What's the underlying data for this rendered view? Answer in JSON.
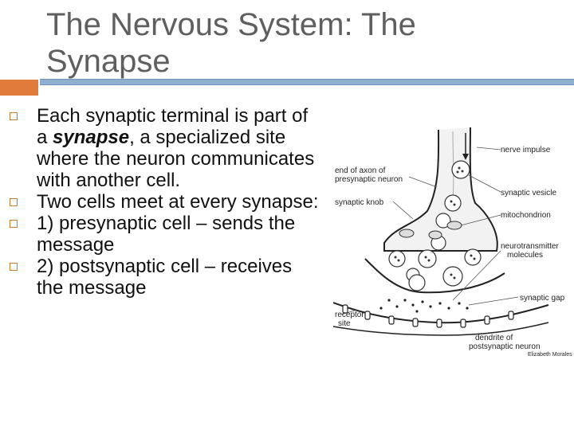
{
  "slide": {
    "title": "The Nervous System: The Synapse",
    "bullets": [
      {
        "pre": "Each synaptic terminal is part of a ",
        "em": "synapse",
        "post": ", a specialized site where the neuron communicates with another cell."
      },
      {
        "pre": "Two cells meet at every synapse:",
        "em": "",
        "post": ""
      },
      {
        "pre": "1) presynaptic cell – sends the message",
        "em": "",
        "post": ""
      },
      {
        "pre": "2) postsynaptic cell – receives the message",
        "em": "",
        "post": ""
      }
    ]
  },
  "diagram": {
    "labels": {
      "nerve_impulse": "nerve impulse",
      "end_of_axon_1": "end of axon of",
      "end_of_axon_2": "presynaptic neuron",
      "synaptic_vesicle": "synaptic vesicle",
      "synaptic_knob": "synaptic knob",
      "mitochondrion": "mitochondrion",
      "neurotransmitter_1": "neurotransmitter",
      "neurotransmitter_2": "molecules",
      "synaptic_gap": "synaptic gap",
      "receptor_site_1": "receptor",
      "receptor_site_2": "site",
      "dendrite_1": "dendrite of",
      "dendrite_2": "postsynaptic neuron",
      "credit": "Elizabeth Morales"
    }
  },
  "colors": {
    "accent": "#e07b39",
    "rule": "#8fb0d2",
    "title": "#5f5f5f"
  }
}
